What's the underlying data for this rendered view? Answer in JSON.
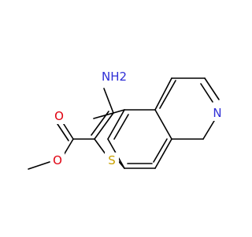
{
  "colors": {
    "bond": "#000000",
    "nitrogen": "#2f2fd6",
    "oxygen": "#e0000f",
    "sulfur": "#c9a100"
  },
  "labels": {
    "amine": "NH2",
    "ring_nitrogen": "N",
    "sulfur": "S",
    "carbonyl_oxygen": "O",
    "ester_oxygen": "O"
  }
}
